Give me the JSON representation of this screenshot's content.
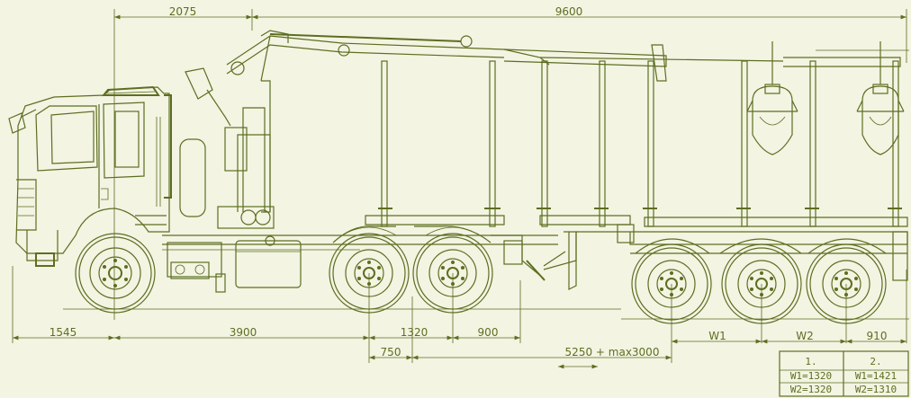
{
  "dimensions": {
    "crane_reach": "2075",
    "overall_length": "9600",
    "front_overhang": "1545",
    "wheelbase": "3900",
    "tandem_spacing": "1320",
    "rear_overhang": "900",
    "coupling_offset": "750",
    "trailer_length": "5250 + max3000",
    "trailer_axle_w1": "W1",
    "trailer_axle_w2": "W2",
    "trailer_rear_overhang": "910"
  },
  "axle_table": {
    "col1_header": "1.",
    "col1_w1": "W1=1320",
    "col1_w2": "W2=1320",
    "col2_header": "2.",
    "col2_w1": "W1=1421",
    "col2_w2": "W2=1310"
  },
  "colors": {
    "line": "#5d6e21",
    "background": "#f3f4e2"
  }
}
